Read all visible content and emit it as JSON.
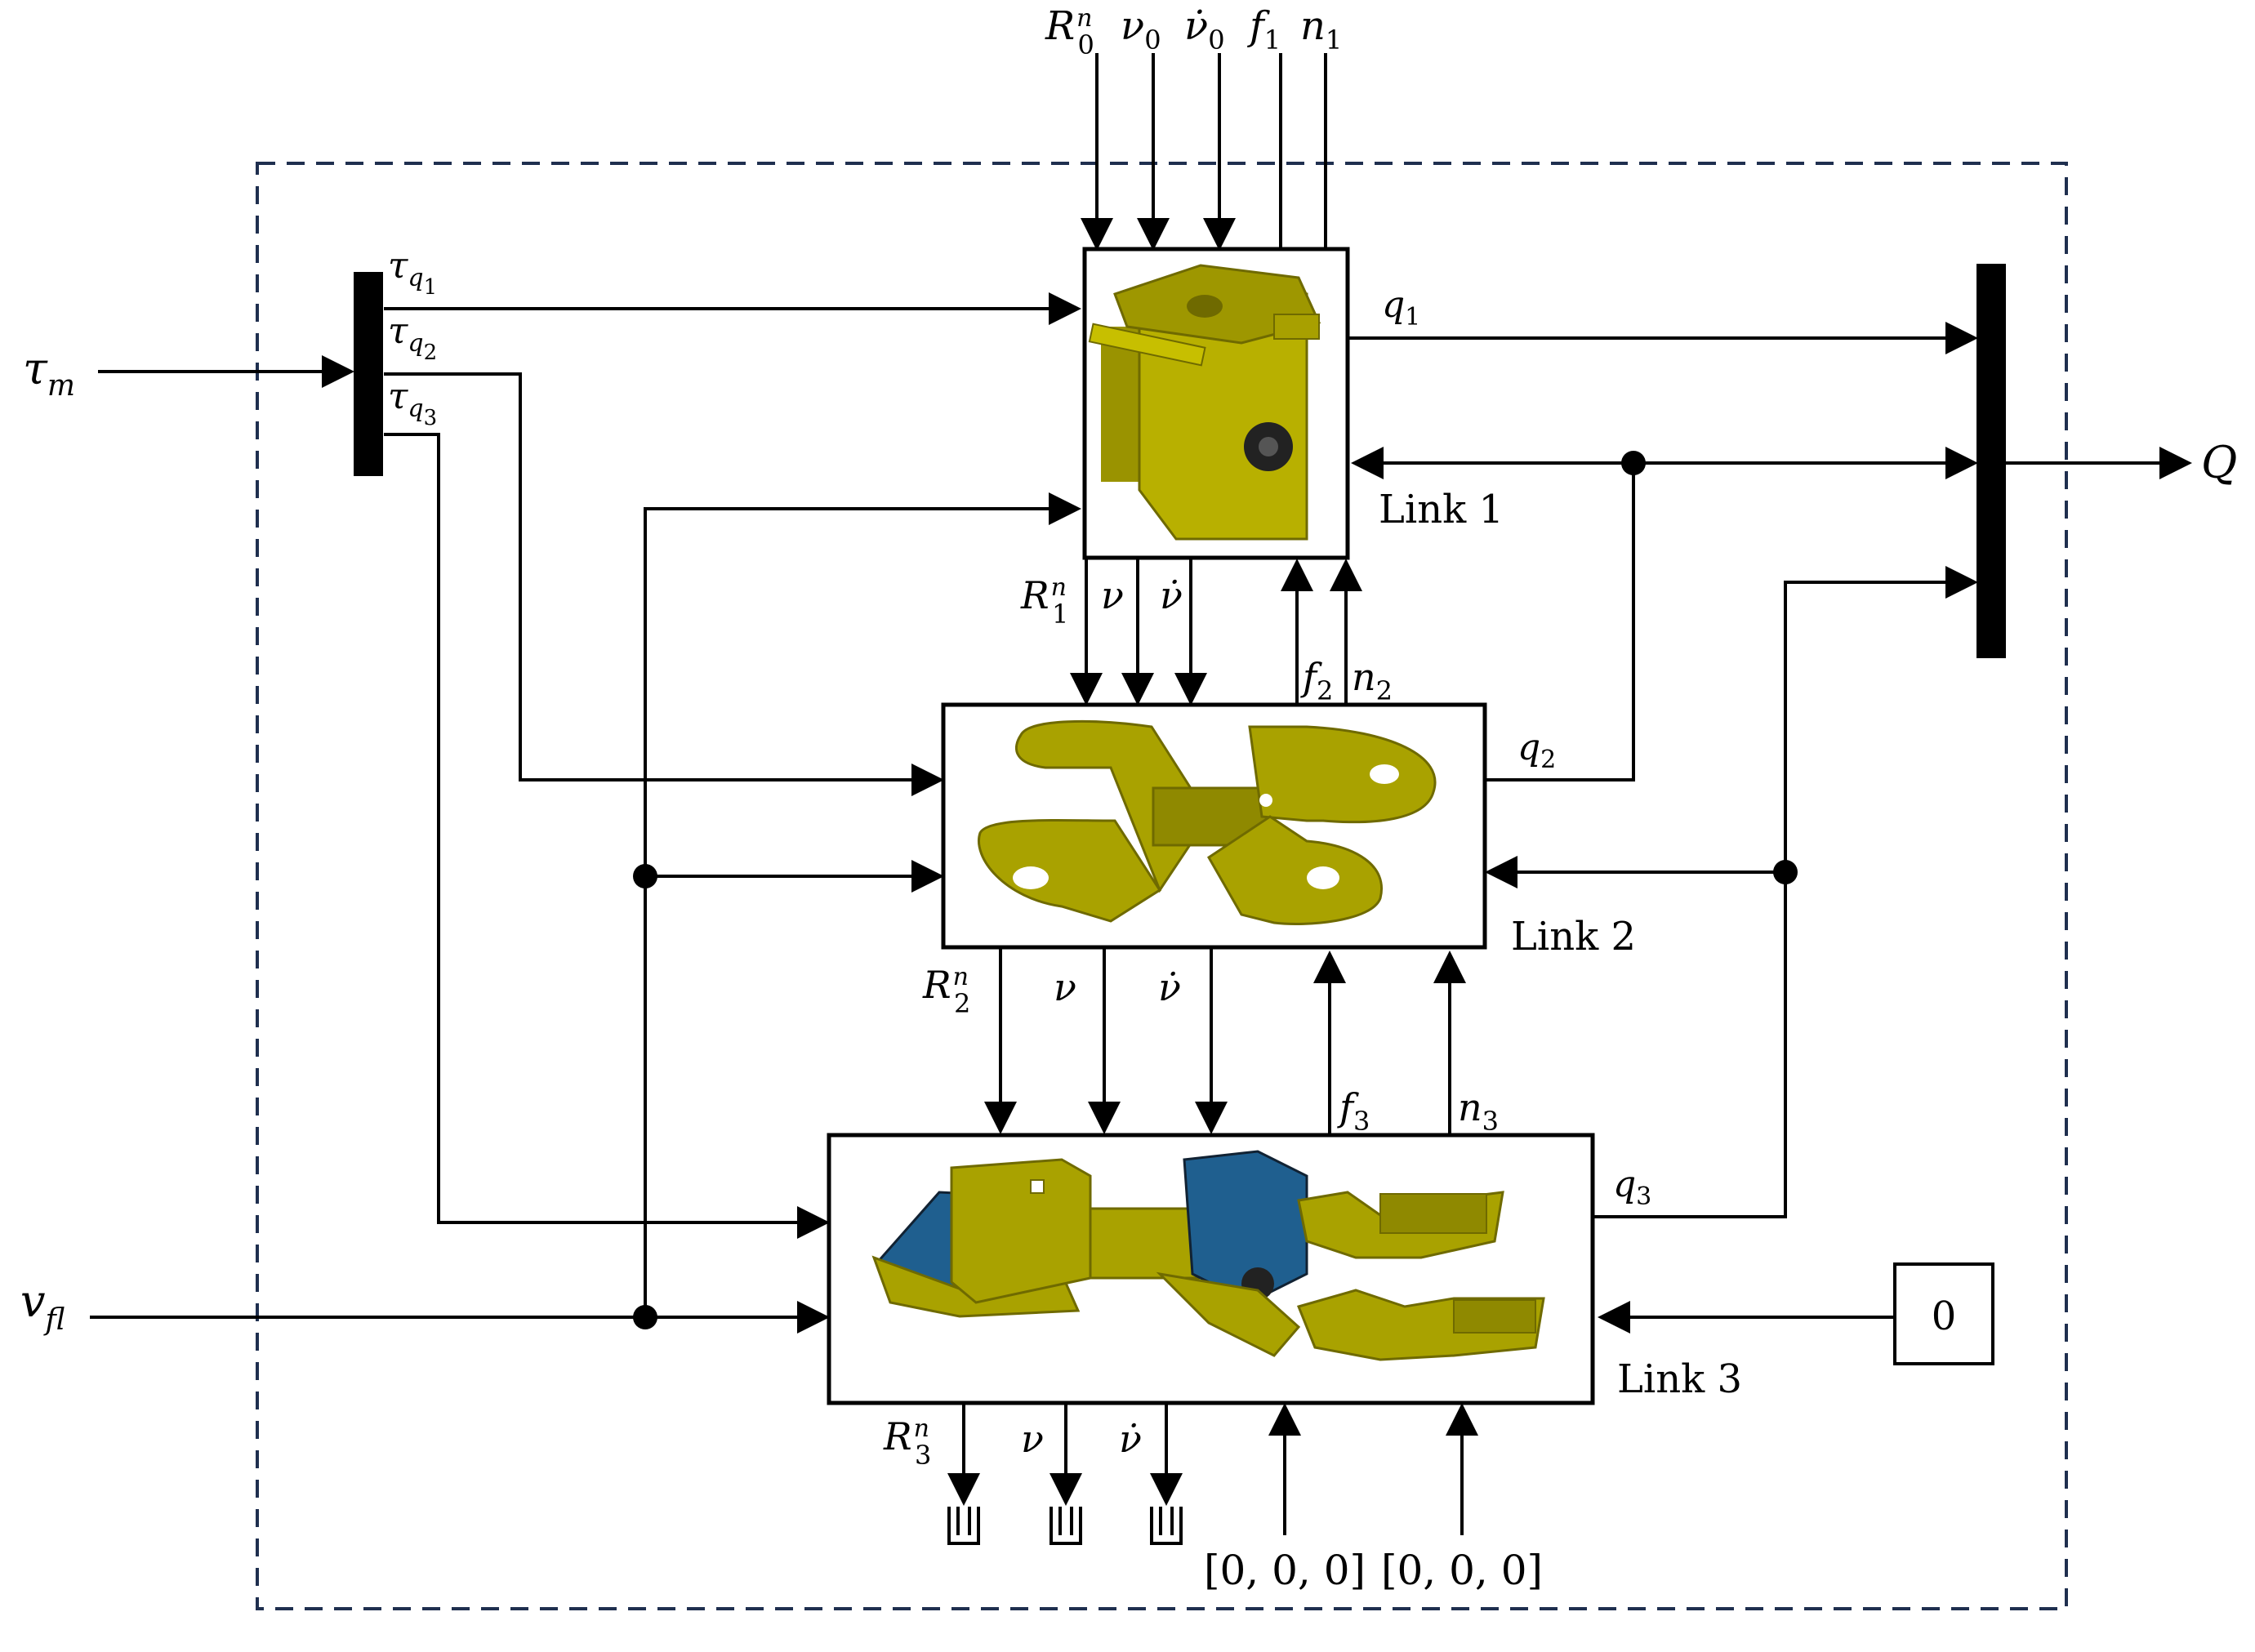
{
  "inputs": {
    "tau_m": {
      "base": "τ",
      "sub": "m"
    },
    "v_fl": {
      "base": "v",
      "sub": "fl"
    }
  },
  "top_signals": {
    "R0n": {
      "base": "R",
      "sub": "0",
      "sup": "n"
    },
    "v0": {
      "base": "ν",
      "sub": "0"
    },
    "vdot0": {
      "base": "ν̇",
      "sub": "0"
    },
    "f1": {
      "base": "f",
      "sub": "1"
    },
    "n1": {
      "base": "n",
      "sub": "1"
    }
  },
  "demux": {
    "tau_q1": {
      "base": "τ",
      "sub": "q",
      "subsub": "1"
    },
    "tau_q2": {
      "base": "τ",
      "sub": "q",
      "subsub": "2"
    },
    "tau_q3": {
      "base": "τ",
      "sub": "q",
      "subsub": "3"
    }
  },
  "links": {
    "link1": {
      "label": "Link 1",
      "q": {
        "base": "q",
        "sub": "1"
      }
    },
    "link2": {
      "label": "Link 2",
      "q": {
        "base": "q",
        "sub": "2"
      }
    },
    "link3": {
      "label": "Link 3",
      "q": {
        "base": "q",
        "sub": "3"
      }
    }
  },
  "link1_to_link2": {
    "R1n": {
      "base": "R",
      "sub": "1",
      "sup": "n"
    },
    "v": "ν",
    "vdot": "ν̇",
    "f2": {
      "base": "f",
      "sub": "2"
    },
    "n2": {
      "base": "n",
      "sub": "2"
    }
  },
  "link2_to_link3": {
    "R2n": {
      "base": "R",
      "sub": "2",
      "sup": "n"
    },
    "v": "ν",
    "vdot": "ν̇",
    "f3": {
      "base": "f",
      "sub": "3"
    },
    "n3": {
      "base": "n",
      "sub": "3"
    }
  },
  "link3_outputs": {
    "R3n": {
      "base": "R",
      "sub": "3",
      "sup": "n"
    },
    "v": "ν",
    "vdot": "ν̇"
  },
  "constants": {
    "zero": "0",
    "vec1": "[0, 0, 0]",
    "vec2": "[0, 0, 0]"
  },
  "output": {
    "label": "Q"
  },
  "colors": {
    "boundary": "#1f2f4f",
    "yellow_part": "#b8b000",
    "yellow_dark": "#6f6a00",
    "blue_part": "#1f5f8f"
  }
}
